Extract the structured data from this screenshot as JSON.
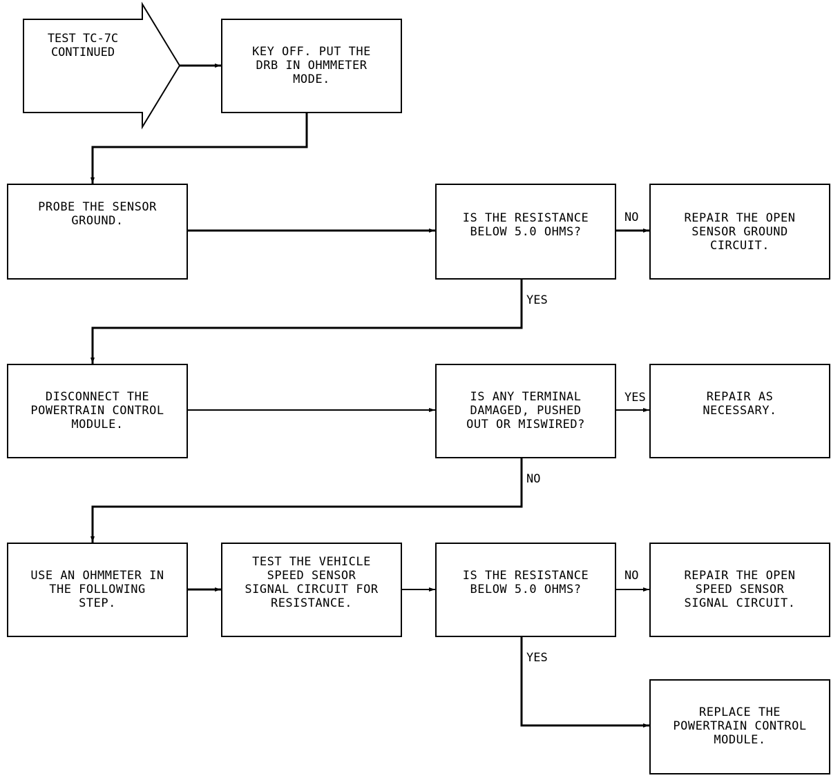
{
  "start": {
    "lines": [
      "TEST TC-7C",
      "CONTINUED"
    ]
  },
  "steps": {
    "key_off": [
      "KEY OFF. PUT THE",
      "DRB IN OHMMETER",
      "MODE."
    ],
    "probe_ground": [
      "PROBE THE SENSOR",
      "GROUND."
    ],
    "q_ground_resistance": [
      "IS THE RESISTANCE",
      "BELOW 5.0 OHMS?"
    ],
    "repair_ground": [
      "REPAIR THE OPEN",
      "SENSOR GROUND",
      "CIRCUIT."
    ],
    "disconnect_pcm": [
      "DISCONNECT THE",
      "POWERTRAIN CONTROL",
      "MODULE."
    ],
    "q_terminal": [
      "IS ANY TERMINAL",
      "DAMAGED, PUSHED",
      "OUT OR MISWIRED?"
    ],
    "repair_as_necessary": [
      "REPAIR AS",
      "NECESSARY."
    ],
    "use_ohmmeter": [
      "USE AN OHMMETER IN",
      "THE FOLLOWING",
      "STEP."
    ],
    "test_vss": [
      "TEST THE VEHICLE",
      "SPEED SENSOR",
      "SIGNAL CIRCUIT FOR",
      "RESISTANCE."
    ],
    "q_signal_resistance": [
      "IS THE RESISTANCE",
      "BELOW 5.0 OHMS?"
    ],
    "repair_signal": [
      "REPAIR THE OPEN",
      "SPEED SENSOR",
      "SIGNAL CIRCUIT."
    ],
    "replace_pcm": [
      "REPLACE THE",
      "POWERTRAIN CONTROL",
      "MODULE."
    ]
  },
  "labels": {
    "no_1": "NO",
    "yes_1": "YES",
    "yes_2": "YES",
    "no_2": "NO",
    "no_3": "NO",
    "yes_3": "YES"
  }
}
